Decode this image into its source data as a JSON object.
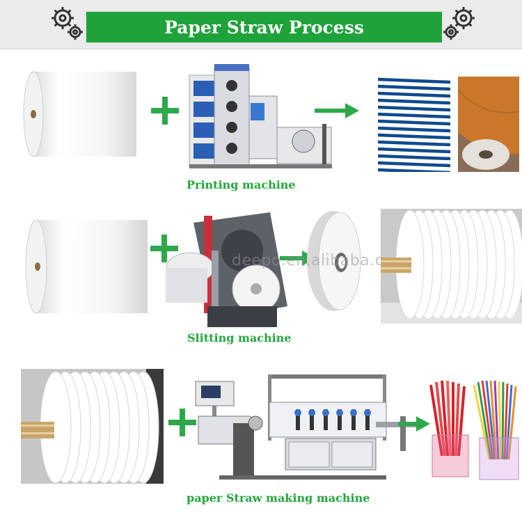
{
  "title": "Paper Straw Process",
  "steps": [
    {
      "label": "Printing machine"
    },
    {
      "label": "Slitting machine"
    },
    {
      "label": "paper Straw making machine"
    }
  ],
  "watermark": "deepo.en.alibaba.com",
  "colors": {
    "banner": "#1ea23a",
    "accent_green": "#23a83b",
    "arrow_green": "#2ea84a",
    "stripe_blue": "#0f4a8c",
    "kraft_orange": "#c9782b",
    "straw_red": "#d8202a"
  },
  "icons": [
    "gear-icon",
    "plus-icon",
    "arrow-right-icon"
  ]
}
